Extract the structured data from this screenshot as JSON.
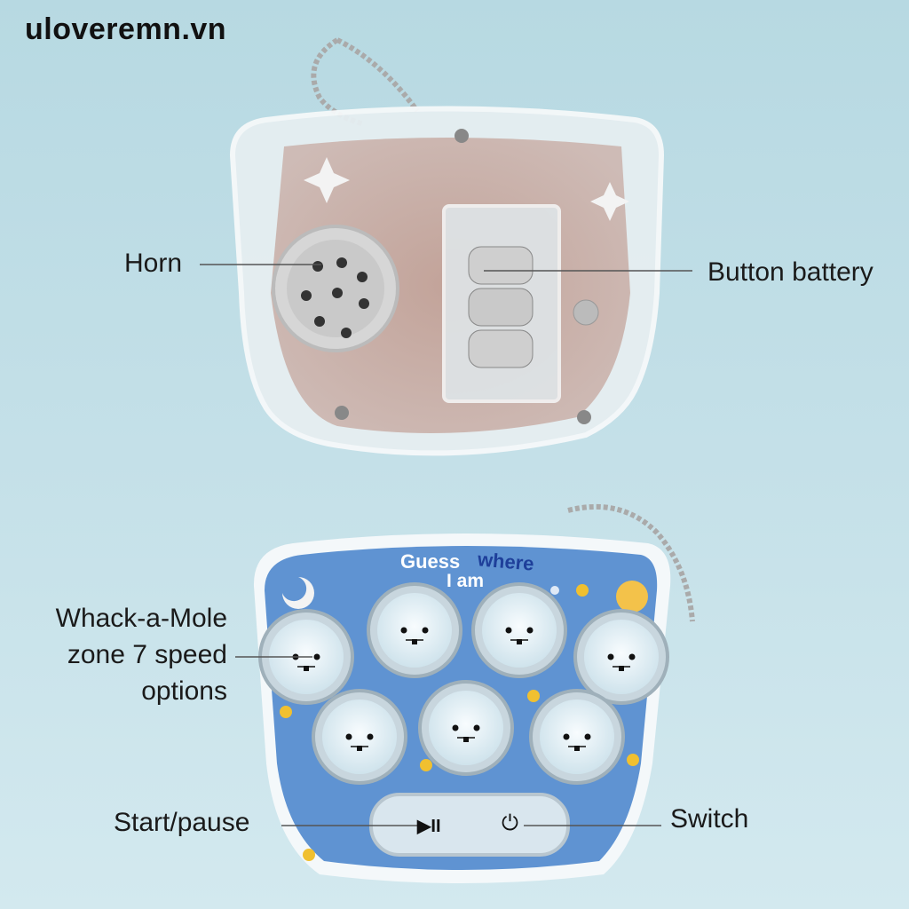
{
  "watermark": "uloveremn.vn",
  "labels": {
    "horn": "Horn",
    "button_battery": "Button battery",
    "whack_line1": "Whack-a-Mole",
    "whack_line2": "zone 7 speed",
    "whack_line3": "options",
    "start_pause": "Start/pause",
    "switch": "Switch"
  },
  "device": {
    "title_line1_a": "Guess",
    "title_line1_b": "where",
    "title_line2": "I am",
    "mole_count": 7,
    "play_pause_symbol": "▶II",
    "power_symbol": "⏻"
  },
  "colors": {
    "background": "#c4e0e8",
    "panel_blue": "#5b8fcf",
    "mole_white": "#eef6fa"
  }
}
